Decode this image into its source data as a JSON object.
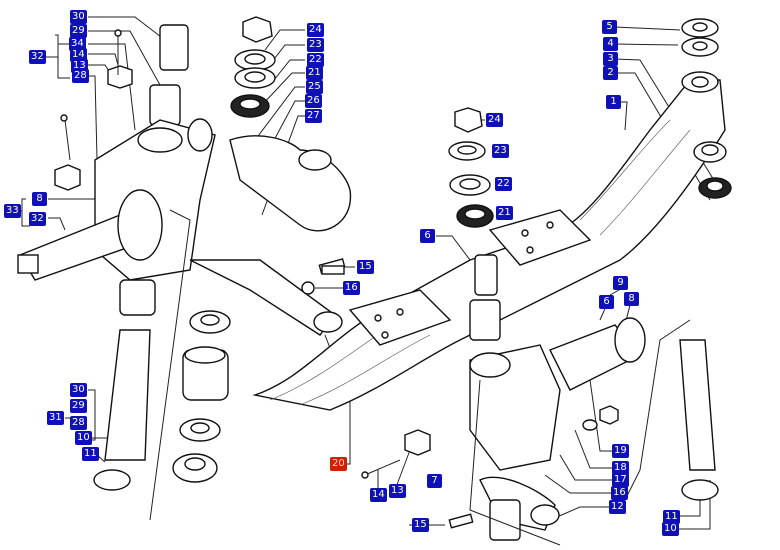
{
  "diagram": {
    "title": "Front axle assembly exploded view",
    "highlight_color": "#cc2200",
    "callout_color": "#1010b8",
    "callouts": [
      {
        "id": "c30a",
        "label": "30"
      },
      {
        "id": "c29a",
        "label": "29"
      },
      {
        "id": "c34",
        "label": "34"
      },
      {
        "id": "c14a",
        "label": "14"
      },
      {
        "id": "c13a",
        "label": "13"
      },
      {
        "id": "c28a",
        "label": "28"
      },
      {
        "id": "c32a",
        "label": "32"
      },
      {
        "id": "c8a",
        "label": "8"
      },
      {
        "id": "c33",
        "label": "33"
      },
      {
        "id": "c32b",
        "label": "32"
      },
      {
        "id": "c24a",
        "label": "24"
      },
      {
        "id": "c23a",
        "label": "23"
      },
      {
        "id": "c22a",
        "label": "22"
      },
      {
        "id": "c21a",
        "label": "21"
      },
      {
        "id": "c25",
        "label": "25"
      },
      {
        "id": "c26",
        "label": "26"
      },
      {
        "id": "c27",
        "label": "27"
      },
      {
        "id": "c24b",
        "label": "24"
      },
      {
        "id": "c23b",
        "label": "23"
      },
      {
        "id": "c22b",
        "label": "22"
      },
      {
        "id": "c21b",
        "label": "21"
      },
      {
        "id": "c5",
        "label": "5"
      },
      {
        "id": "c4",
        "label": "4"
      },
      {
        "id": "c3",
        "label": "3"
      },
      {
        "id": "c2",
        "label": "2"
      },
      {
        "id": "c1",
        "label": "1"
      },
      {
        "id": "c6a",
        "label": "6"
      },
      {
        "id": "c15a",
        "label": "15"
      },
      {
        "id": "c16a",
        "label": "16"
      },
      {
        "id": "c9",
        "label": "9"
      },
      {
        "id": "c6b",
        "label": "6"
      },
      {
        "id": "c8b",
        "label": "8"
      },
      {
        "id": "c30b",
        "label": "30"
      },
      {
        "id": "c29b",
        "label": "29"
      },
      {
        "id": "c31",
        "label": "31"
      },
      {
        "id": "c28b",
        "label": "28"
      },
      {
        "id": "c10a",
        "label": "10"
      },
      {
        "id": "c11a",
        "label": "11"
      },
      {
        "id": "c20",
        "label": "20",
        "highlight": true
      },
      {
        "id": "c14b",
        "label": "14"
      },
      {
        "id": "c13b",
        "label": "13"
      },
      {
        "id": "c7",
        "label": "7"
      },
      {
        "id": "c15b",
        "label": "15"
      },
      {
        "id": "c19",
        "label": "19"
      },
      {
        "id": "c18",
        "label": "18"
      },
      {
        "id": "c17",
        "label": "17"
      },
      {
        "id": "c16b",
        "label": "16"
      },
      {
        "id": "c12",
        "label": "12"
      },
      {
        "id": "c11b",
        "label": "11"
      },
      {
        "id": "c10b",
        "label": "10"
      }
    ]
  }
}
